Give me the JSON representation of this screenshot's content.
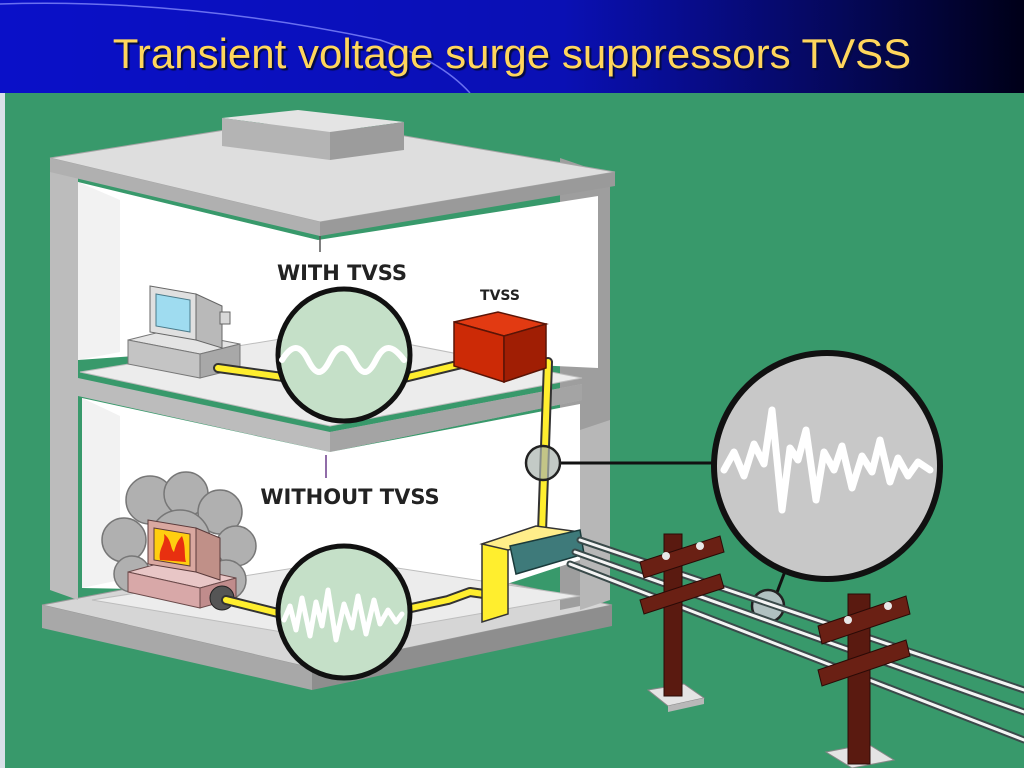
{
  "slide": {
    "title": "Transient voltage surge suppressors TVSS"
  },
  "diagram": {
    "upper_floor_label": "WITH TVSS",
    "lower_floor_label": "WITHOUT TVSS",
    "device_label": "TVSS"
  },
  "colors": {
    "background": "#38996b",
    "title": "#ffd65c",
    "wire": "#ffee2e",
    "tvss_box": "#cc2a06",
    "scope_screen": "#c5e0c8",
    "pole": "#5a1a10"
  },
  "icons": [
    "computer-icon",
    "burning-computer-icon",
    "tvss-device-icon",
    "utility-pole-icon",
    "oscilloscope-icon"
  ]
}
